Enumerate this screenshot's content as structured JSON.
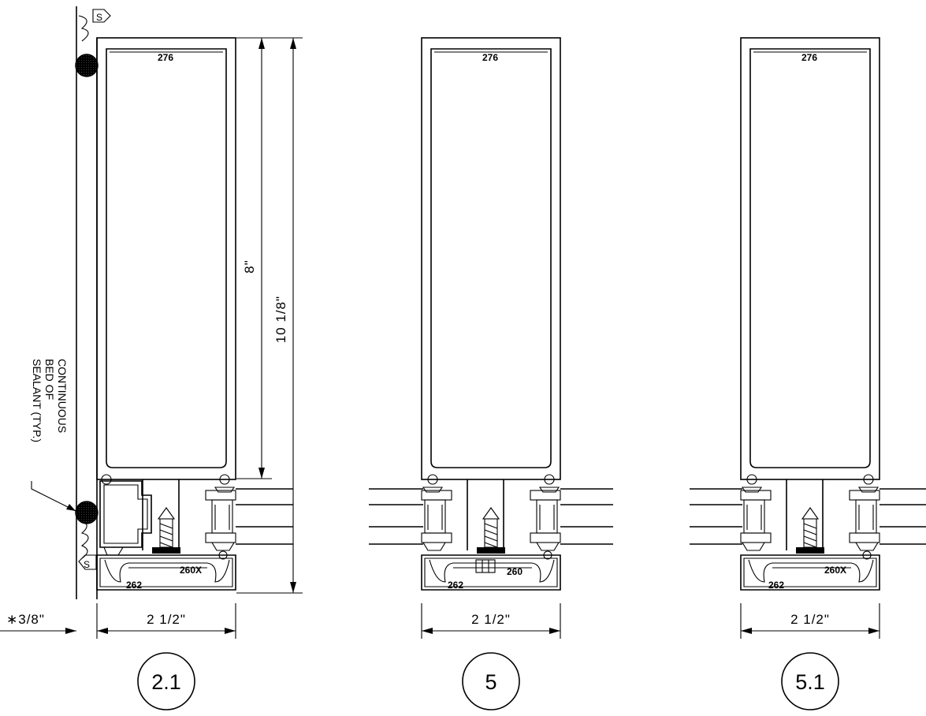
{
  "details": [
    {
      "id": "2.1",
      "mullion_part": "276",
      "sill_part": "262",
      "insert_part": "260X",
      "width_dim": "2 1/2\""
    },
    {
      "id": "5",
      "mullion_part": "276",
      "sill_part": "262",
      "insert_part": "260",
      "width_dim": "2 1/2\""
    },
    {
      "id": "5.1",
      "mullion_part": "276",
      "sill_part": "262",
      "insert_part": "260X",
      "width_dim": "2 1/2\""
    }
  ],
  "dimensions": {
    "height_inner": "8\"",
    "height_total": "10 1/8\"",
    "offset": "∗3/8\""
  },
  "sealant_note": [
    "CONTINUOUS",
    "BED  OF",
    "SEALANT  (TYP.)"
  ],
  "sealant_symbol": "S",
  "colors": {
    "line": "#000000",
    "background": "#ffffff"
  }
}
